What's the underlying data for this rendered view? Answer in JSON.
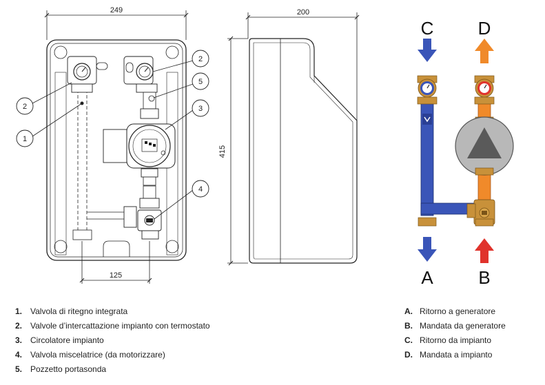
{
  "dimensions": {
    "width_top": "249",
    "depth_top": "200",
    "height_side": "415",
    "spacing_bottom": "125"
  },
  "callouts": [
    "1",
    "2",
    "2",
    "3",
    "4",
    "5"
  ],
  "flow_labels": {
    "C": "C",
    "D": "D",
    "A": "A",
    "B": "B"
  },
  "legend_components": [
    {
      "key": "1.",
      "text": "Valvola di ritegno integrata"
    },
    {
      "key": "2.",
      "text": "Valvole d’intercattazione impianto con termostato"
    },
    {
      "key": "3.",
      "text": "Circolatore impianto"
    },
    {
      "key": "4.",
      "text": "Valvola miscelatrice (da motorizzare)"
    },
    {
      "key": "5.",
      "text": "Pozzetto portasonda"
    }
  ],
  "legend_flows": [
    {
      "key": "A.",
      "text": "Ritorno a generatore"
    },
    {
      "key": "B.",
      "text": "Mandata da generatore"
    },
    {
      "key": "C.",
      "text": "Ritorno da impianto"
    },
    {
      "key": "D.",
      "text": "Mandata a impianto"
    }
  ],
  "colors": {
    "return_pipe": "#3a55b8",
    "supply_pipe": "#f08a2a",
    "arrow_blue": "#3a55b8",
    "arrow_orange": "#f08a2a",
    "arrow_red": "#e0332c",
    "pump_body": "#b8b8b8",
    "pump_triangle": "#5a5a5a",
    "brass": "#c8913a"
  }
}
